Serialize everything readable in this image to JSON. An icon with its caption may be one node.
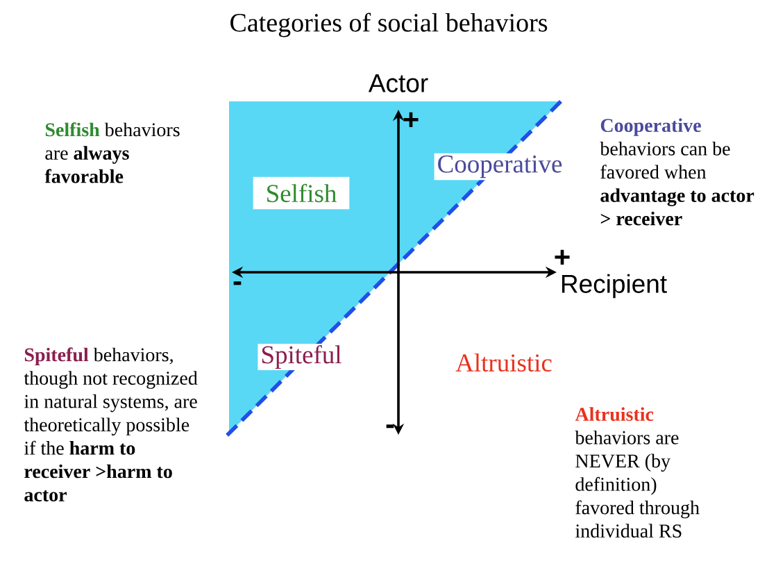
{
  "diagram": {
    "title": "Categories of social behaviors",
    "nodes": [
      {
        "text": [
          "Selfish"
        ]
      },
      {
        "text": [
          "Cooperative"
        ]
      },
      {
        "text": [
          "Spiteful"
        ]
      },
      {
        "text": [
          "Altruistic"
        ]
      }
    ],
    "labels": [
      "Actor",
      "+",
      "Selfish",
      "behaviors are **always favorable**",
      "Cooperative",
      "behaviors can be favored when **advantage to actor > receiver**",
      "+",
      "-",
      "Recipient",
      "Spiteful",
      "behaviors, though not recognized in natural systems, are theoretically possible if the **harm to receiver >harm to actor**",
      "-",
      "Altruistic",
      "behaviors are NEVER (by definition) favored through individual RS"
    ]
  }
}
